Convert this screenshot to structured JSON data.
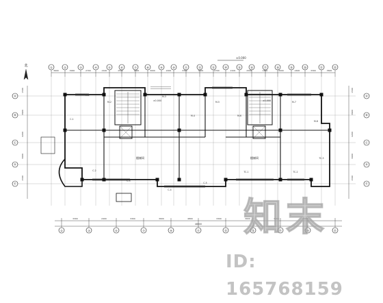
{
  "drawing": {
    "north_label": "北",
    "level_mark": "±0.000",
    "level_left": "±0.000",
    "level_right": "±0.000",
    "hall_left": "楼梯间",
    "hall_right": "楼梯间",
    "top_axes": [
      "①",
      "②",
      "③",
      "④",
      "⑤",
      "⑥",
      "⑦",
      "⑧",
      "⑨",
      "⑩",
      "⑪",
      "⑫",
      "⑬",
      "⑭",
      "⑮",
      "⑯",
      "⑰",
      "⑱",
      "⑲",
      "⑳",
      "㉑",
      "㉒"
    ],
    "bottom_axes": [
      "①",
      "③",
      "⑤",
      "⑦",
      "⑨",
      "⑪",
      "⑬",
      "⑮",
      "⑰",
      "⑲",
      "㉑"
    ],
    "side_axes": [
      "Ⓐ",
      "Ⓑ",
      "Ⓒ",
      "Ⓓ",
      "Ⓔ"
    ],
    "top_dims": [
      "3600",
      "3000",
      "2700",
      "2100",
      "1500",
      "1800",
      "3000",
      "2400",
      "3300",
      "3000",
      "2700",
      "2100",
      "1500",
      "1800",
      "3000",
      "2400",
      "3300",
      "3600"
    ],
    "bottom_dims": [
      "3300",
      "2400",
      "3300",
      "3600",
      "4800",
      "3300",
      "3600",
      "3300",
      "2400"
    ],
    "total_dim": "48000",
    "left_dims": [
      "1500",
      "3900",
      "4200",
      "3600",
      "1500"
    ],
    "right_dims": [
      "1500",
      "3900",
      "4200",
      "3600",
      "1500"
    ],
    "door_tags": [
      "M-1",
      "M-2",
      "M-3",
      "M-4",
      "M-5",
      "M-6",
      "M-7",
      "M-8"
    ],
    "window_tags": [
      "C-1",
      "C-2",
      "C-3",
      "C-4",
      "C-5",
      "TC-1",
      "TC-2",
      "TC-3"
    ]
  },
  "watermark": {
    "logo": "知末",
    "id_text": "ID: 165768159"
  }
}
